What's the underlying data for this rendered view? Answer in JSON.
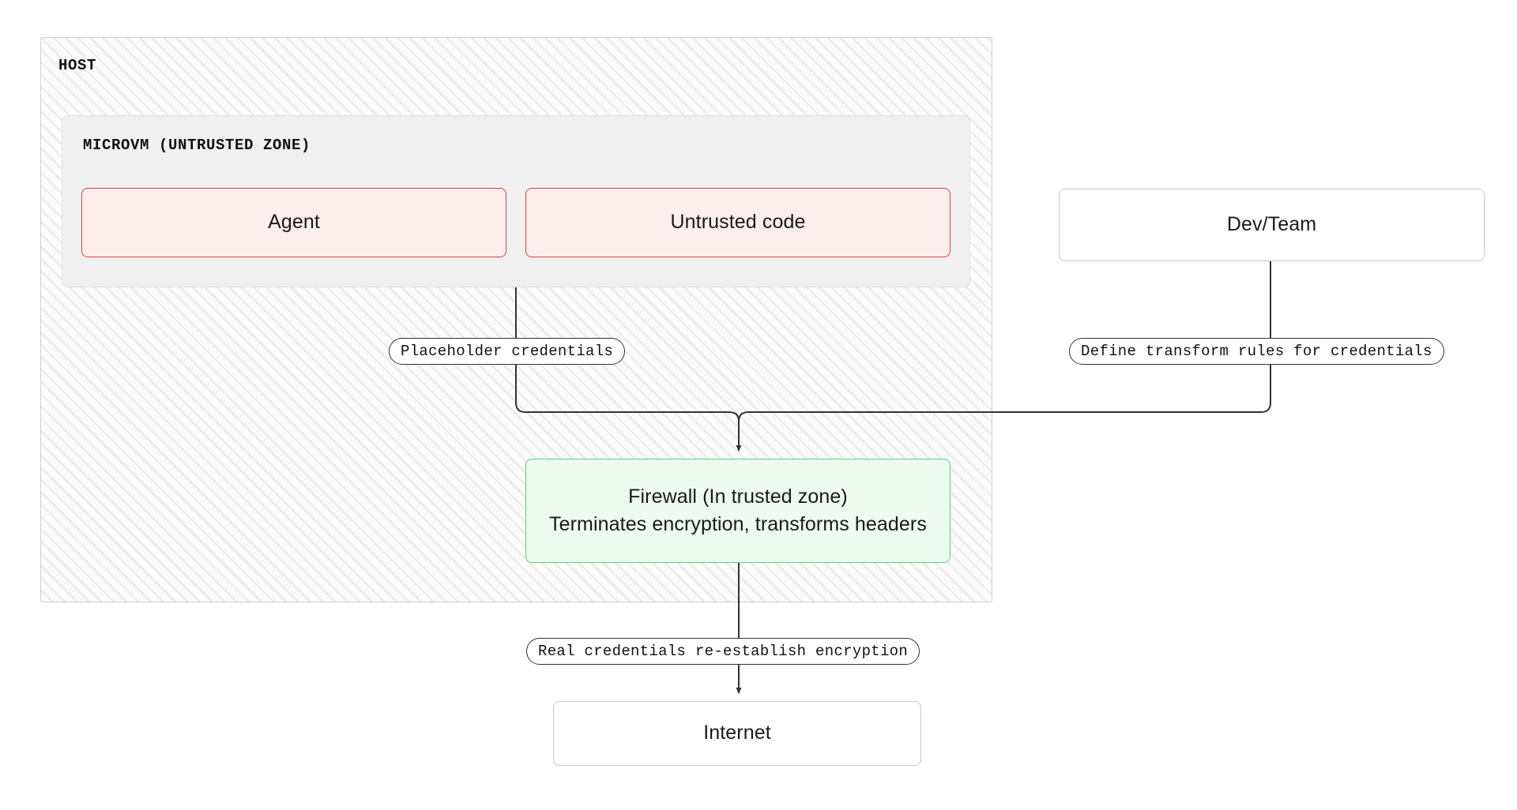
{
  "diagram": {
    "type": "flowchart",
    "title_hidden": true,
    "colors": {
      "untrusted_fill": "#fdeded",
      "untrusted_border": "#e23d3d",
      "trusted_fill": "#edfaef",
      "trusted_border": "#5ed07a",
      "plain_fill": "#ffffff",
      "plain_border": "#c9c9c9",
      "host_fill": "#fbfbfb",
      "microvm_fill": "#f0f0f0",
      "edge_stroke": "#333333"
    },
    "containers": [
      {
        "id": "host",
        "label": "HOST"
      },
      {
        "id": "microvm",
        "label": "MICROVM (UNTRUSTED ZONE)"
      }
    ],
    "nodes": [
      {
        "id": "agent",
        "label": "Agent",
        "kind": "untrusted"
      },
      {
        "id": "untrusted",
        "label": "Untrusted code",
        "kind": "untrusted"
      },
      {
        "id": "devteam",
        "label": "Dev/Team",
        "kind": "plain"
      },
      {
        "id": "firewall",
        "line1": "Firewall (In trusted zone)",
        "line2": "Terminates encryption, transforms headers",
        "kind": "trusted"
      },
      {
        "id": "internet",
        "label": "Internet",
        "kind": "plain"
      }
    ],
    "edges": [
      {
        "id": "e1",
        "from": "microvm",
        "to": "firewall",
        "label": "Placeholder credentials"
      },
      {
        "id": "e2",
        "from": "devteam",
        "to": "firewall",
        "label": "Define transform rules for credentials"
      },
      {
        "id": "e3",
        "from": "firewall",
        "to": "internet",
        "label": "Real credentials re-establish encryption"
      }
    ]
  }
}
